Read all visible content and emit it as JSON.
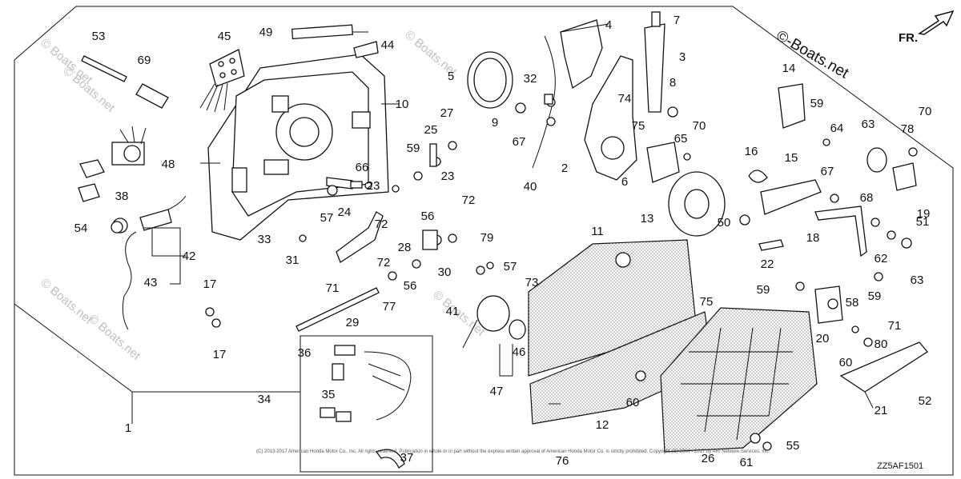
{
  "brand_watermark": "©-Boats.net",
  "repeated_watermark": "© Boats.net",
  "diagram_code": "ZZ5AF1501",
  "direction_arrow_label": "FR.",
  "copyright_notice": "(C) 2013-2017 American Honda Motor Co., Inc. All rights reserved. Publication in whole or in part without the express written approval of American Honda Motor Co. is strictly prohibited. Copyright (C) 2004 - 2017 by ARI Network Services, Inc.",
  "callouts": [
    "1",
    "2",
    "3",
    "4",
    "5",
    "6",
    "7",
    "8",
    "9",
    "10",
    "11",
    "12",
    "13",
    "14",
    "15",
    "16",
    "17",
    "17",
    "18",
    "19",
    "20",
    "21",
    "22",
    "23",
    "23",
    "24",
    "25",
    "26",
    "27",
    "28",
    "29",
    "30",
    "31",
    "32",
    "33",
    "34",
    "35",
    "36",
    "37",
    "38",
    "40",
    "41",
    "42",
    "43",
    "44",
    "45",
    "46",
    "47",
    "48",
    "49",
    "50",
    "51",
    "52",
    "53",
    "54",
    "55",
    "56",
    "56",
    "57",
    "57",
    "58",
    "59",
    "59",
    "59",
    "59",
    "60",
    "60",
    "61",
    "62",
    "63",
    "63",
    "64",
    "65",
    "66",
    "67",
    "67",
    "68",
    "69",
    "70",
    "70",
    "71",
    "71",
    "72",
    "72",
    "72",
    "73",
    "74",
    "75",
    "75",
    "76",
    "77",
    "78",
    "79",
    "80"
  ]
}
